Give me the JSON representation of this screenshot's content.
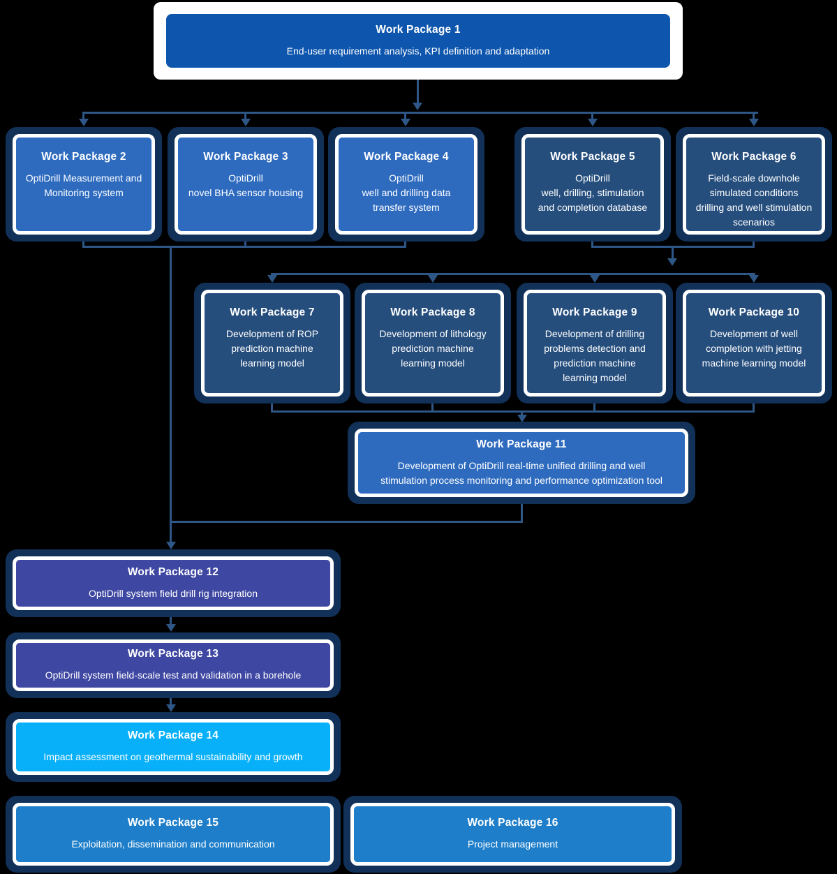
{
  "palette": {
    "background": "#000000",
    "connector": "#2e5787",
    "halo": "#123158",
    "box_border": "#ffffff",
    "wp1_card": "#ffffff",
    "wp1_fill": "#0d55ad",
    "medium_blue_fill": "#2e6bbf",
    "dark_navy_fill": "#264e7d",
    "indigo_fill": "#3e47a1",
    "cyan_fill": "#07b0f8",
    "bottom_blue_fill": "#1e7ec9",
    "text": "#ffffff"
  },
  "diagram": {
    "boxes": [
      {
        "id": "wp1",
        "title": "Work Package 1",
        "description": "End-user requirement analysis, KPI definition and adaptation"
      },
      {
        "id": "wp2",
        "title": "Work Package 2",
        "description": "OptiDrill Measurement and\nMonitoring system"
      },
      {
        "id": "wp3",
        "title": "Work Package 3",
        "description": "OptiDrill\nnovel BHA sensor housing"
      },
      {
        "id": "wp4",
        "title": "Work Package 4",
        "description": "OptiDrill\nwell and drilling data\ntransfer system"
      },
      {
        "id": "wp5",
        "title": "Work Package 5",
        "description": "OptiDrill\nwell, drilling, stimulation\nand completion database"
      },
      {
        "id": "wp6",
        "title": "Work Package 6",
        "description": "Field-scale downhole\nsimulated conditions\ndrilling and well stimulation\nscenarios"
      },
      {
        "id": "wp7",
        "title": "Work Package 7",
        "description": "Development of ROP\nprediction machine\nlearning model"
      },
      {
        "id": "wp8",
        "title": "Work Package 8",
        "description": "Development of lithology\nprediction machine\nlearning model"
      },
      {
        "id": "wp9",
        "title": "Work Package 9",
        "description": "Development of drilling\nproblems detection and\nprediction machine\nlearning model"
      },
      {
        "id": "wp10",
        "title": "Work Package 10",
        "description": "Development of well\ncompletion with jetting\nmachine learning model"
      },
      {
        "id": "wp11",
        "title": "Work Package 11",
        "description": "Development of OptiDrill real-time unified drilling and well\nstimulation process monitoring and performance optimization tool"
      },
      {
        "id": "wp12",
        "title": "Work Package 12",
        "description": "OptiDrill system field drill rig integration"
      },
      {
        "id": "wp13",
        "title": "Work Package 13",
        "description": "OptiDrill system field-scale test and validation in a borehole"
      },
      {
        "id": "wp14",
        "title": "Work Package 14",
        "description": "Impact assessment on geothermal sustainability and growth"
      },
      {
        "id": "wp15",
        "title": "Work Package 15",
        "description": "Exploitation, dissemination and communication"
      },
      {
        "id": "wp16",
        "title": "Work Package 16",
        "description": "Project management"
      }
    ]
  }
}
